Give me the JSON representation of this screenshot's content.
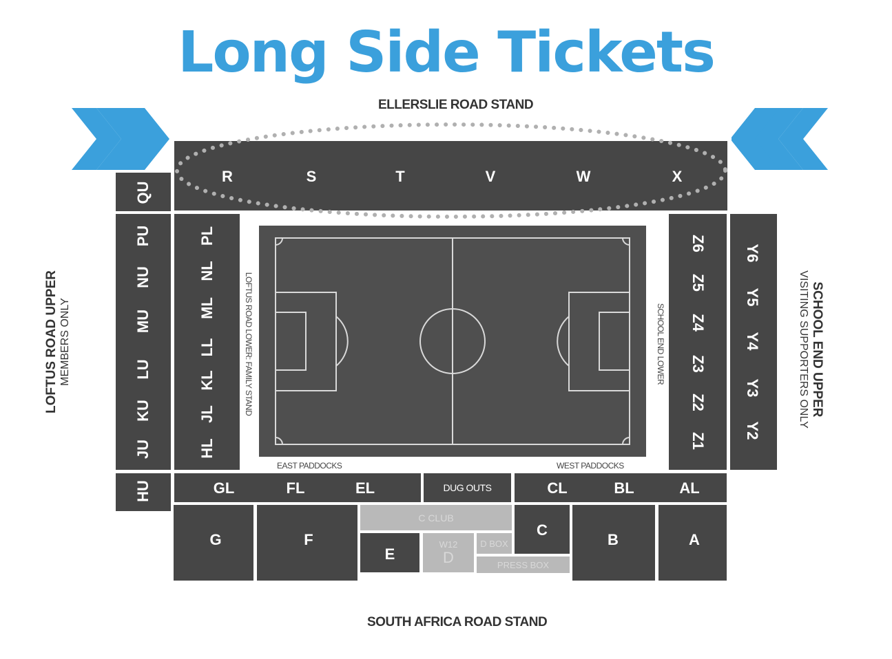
{
  "title": "Long Side Tickets",
  "stands": {
    "north": "ELLERSLIE ROAD STAND",
    "south": "SOUTH AFRICA ROAD STAND",
    "west_upper": {
      "name": "LOFTUS ROAD UPPER",
      "note": "MEMBERS ONLY"
    },
    "east_upper": {
      "name": "SCHOOL END UPPER",
      "note": "VISITING SUPPORTERS ONLY"
    },
    "west_lower": "LOFTUS ROAD LOWER: FAMILY STAND",
    "east_lower": "SCHOOL END LOWER"
  },
  "ellerslie_blocks": [
    "R",
    "S",
    "T",
    "V",
    "W",
    "X"
  ],
  "loftus_upper_blocks": [
    "QU",
    "PU",
    "NU",
    "MU",
    "LU",
    "KU",
    "JU",
    "HU"
  ],
  "loftus_lower_blocks": [
    "PL",
    "NL",
    "ML",
    "LL",
    "KL",
    "JL",
    "HL"
  ],
  "school_lower_blocks": [
    "Z6",
    "Z5",
    "Z4",
    "Z3",
    "Z2",
    "Z1"
  ],
  "school_upper_blocks": [
    "Y6",
    "Y5",
    "Y4",
    "Y3",
    "Y2"
  ],
  "paddocks": {
    "east": "EAST PADDOCKS",
    "west": "WEST PADDOCKS"
  },
  "south_lower_blocks": [
    "GL",
    "FL",
    "EL",
    "CL",
    "BL",
    "AL"
  ],
  "south_upper_blocks": [
    "G",
    "F",
    "E",
    "C",
    "B",
    "A"
  ],
  "facilities": {
    "dug_outs": "DUG OUTS",
    "c_club": "C CLUB",
    "w12": "W12",
    "d": "D",
    "d_box": "D BOX",
    "press_box": "PRESS BOX"
  },
  "highlight": {
    "target": "ELLERSLIE ROAD STAND",
    "arrow_color": "#3ba0dc"
  },
  "colors": {
    "title": "#3ba0dc",
    "block": "#464646",
    "pitch": "#4f4f4f",
    "light_block": "#b9b9b9"
  }
}
